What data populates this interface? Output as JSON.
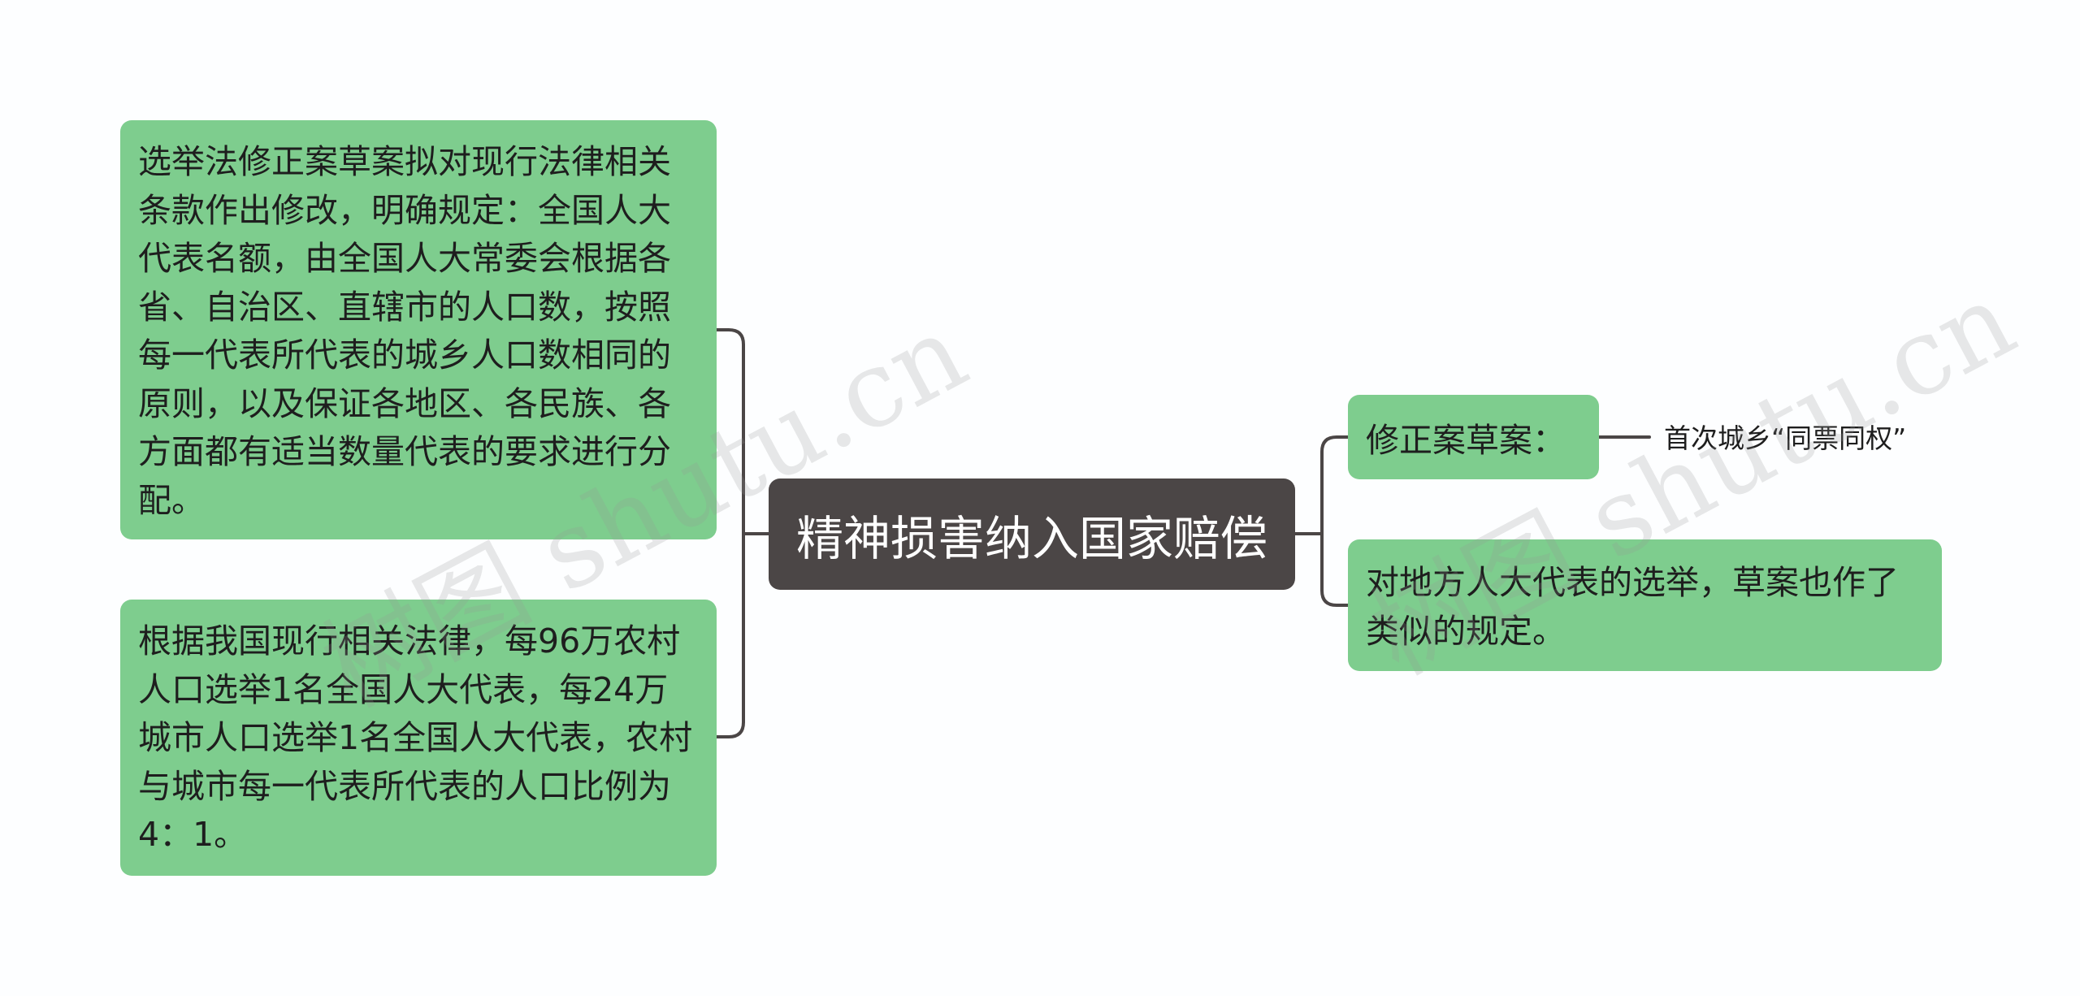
{
  "diagram": {
    "center": "精神损害纳入国家赔偿",
    "left_nodes": [
      "选举法修正案草案拟对现行法律相关条款作出修改，明确规定：全国人大代表名额，由全国人大常委会根据各省、自治区、直辖市的人口数，按照每一代表所代表的城乡人口数相同的原则，以及保证各地区、各民族、各方面都有适当数量代表的要求进行分配。",
      "根据我国现行相关法律，每96万农村人口选举1名全国人大代表，每24万城市人口选举1名全国人大代表，农村与城市每一代表所代表的人口比例为4：1。"
    ],
    "right_nodes": [
      {
        "text": "修正案草案：",
        "child": "首次城乡“同票同权”"
      },
      {
        "text": "对地方人大代表的选举，草案也作了类似的规定。"
      }
    ]
  },
  "watermark": "树图 shutu.cn",
  "colors": {
    "node_green": "#7ecd8e",
    "center_dark": "#4b4646",
    "connector": "#4b4646",
    "background": "#fdfeff"
  }
}
